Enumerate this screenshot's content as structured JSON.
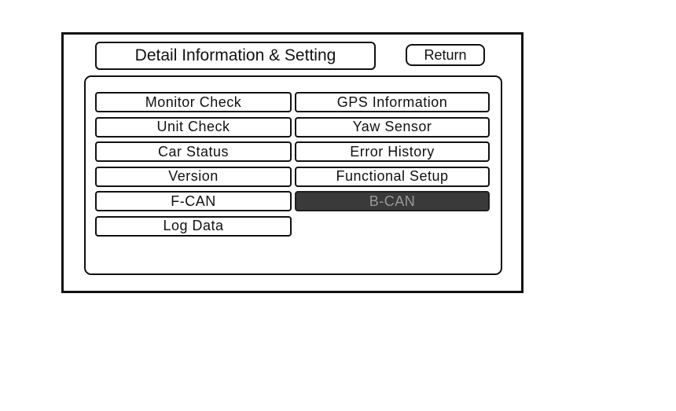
{
  "header": {
    "title": "Detail Information & Setting",
    "return_label": "Return"
  },
  "menu": {
    "buttons": [
      {
        "label": "Monitor Check",
        "state": "normal"
      },
      {
        "label": "GPS Information",
        "state": "normal"
      },
      {
        "label": "Unit Check",
        "state": "normal"
      },
      {
        "label": "Yaw Sensor",
        "state": "normal"
      },
      {
        "label": "Car Status",
        "state": "normal"
      },
      {
        "label": "Error History",
        "state": "normal"
      },
      {
        "label": "Version",
        "state": "normal"
      },
      {
        "label": "Functional Setup",
        "state": "normal"
      },
      {
        "label": "F-CAN",
        "state": "normal"
      },
      {
        "label": "B-CAN",
        "state": "selected"
      },
      {
        "label": "Log Data",
        "state": "normal"
      }
    ]
  },
  "colors": {
    "border": "#111111",
    "background": "#ffffff",
    "selected_button_bg": "#3a3a3a",
    "selected_button_text": "#999999"
  }
}
